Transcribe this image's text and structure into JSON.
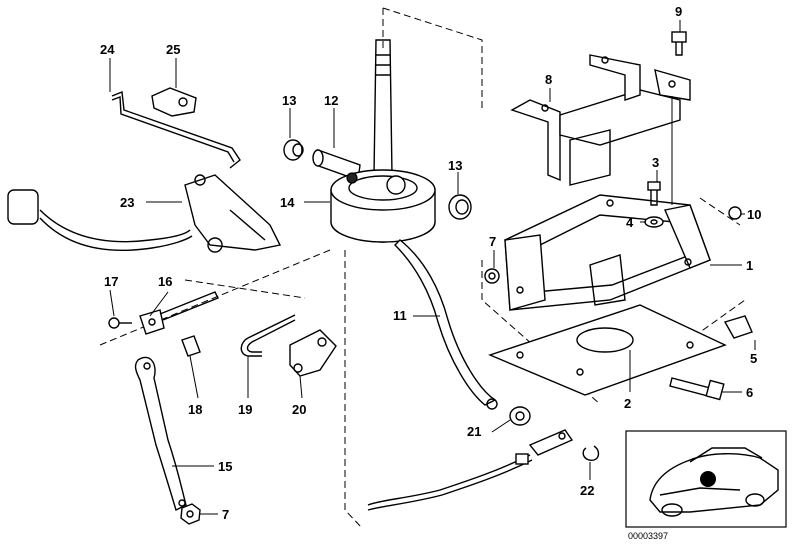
{
  "callouts": [
    {
      "id": "1",
      "text": "1"
    },
    {
      "id": "2",
      "text": "2"
    },
    {
      "id": "3",
      "text": "3"
    },
    {
      "id": "4",
      "text": "4"
    },
    {
      "id": "5",
      "text": "5"
    },
    {
      "id": "6",
      "text": "6"
    },
    {
      "id": "7a",
      "text": "7"
    },
    {
      "id": "7b",
      "text": "7"
    },
    {
      "id": "8",
      "text": "8"
    },
    {
      "id": "9",
      "text": "9"
    },
    {
      "id": "10",
      "text": "10"
    },
    {
      "id": "11",
      "text": "11"
    },
    {
      "id": "12",
      "text": "12"
    },
    {
      "id": "13a",
      "text": "13"
    },
    {
      "id": "13b",
      "text": "13"
    },
    {
      "id": "14",
      "text": "14"
    },
    {
      "id": "15",
      "text": "15"
    },
    {
      "id": "16",
      "text": "16"
    },
    {
      "id": "17",
      "text": "17"
    },
    {
      "id": "18",
      "text": "18"
    },
    {
      "id": "19",
      "text": "19"
    },
    {
      "id": "20",
      "text": "20"
    },
    {
      "id": "21",
      "text": "21"
    },
    {
      "id": "22",
      "text": "22"
    },
    {
      "id": "23",
      "text": "23"
    },
    {
      "id": "24",
      "text": "24"
    },
    {
      "id": "25",
      "text": "25"
    }
  ],
  "diagram_ref": "00003397",
  "icons": {
    "inset": "car-location-icon",
    "lever": "shift-lever-icon",
    "bracket": "bracket-icon"
  }
}
